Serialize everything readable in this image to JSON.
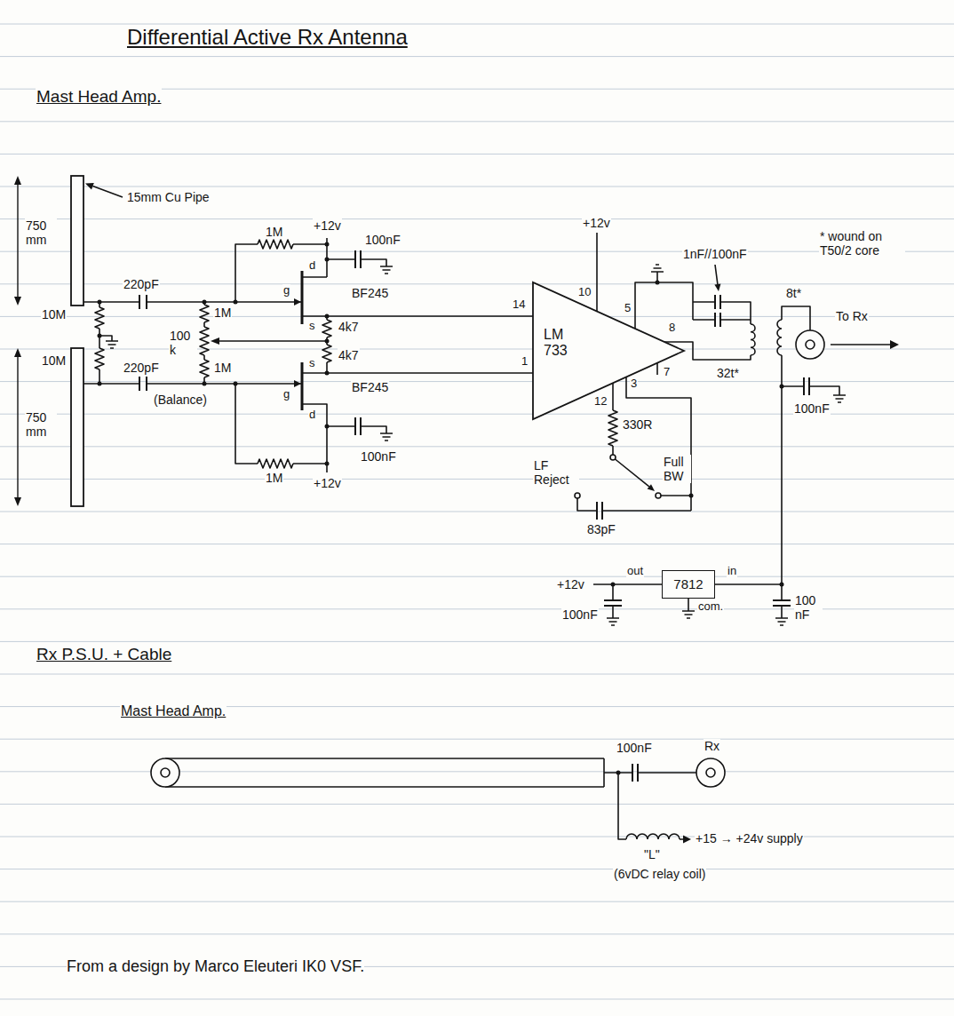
{
  "diagram": {
    "title": "Differential Active Rx Antenna",
    "caption": "From a design by Marco Eleuteri IK0 VSF.",
    "nodes": [
      {
        "text": [
          "LM 733"
        ]
      },
      {
        "text": [
          "7812"
        ]
      }
    ],
    "labels": [
      "Mast Head Amp.",
      "750 mm",
      "15mm Cu Pipe",
      "750 mm",
      "10M",
      "10M",
      "220pF",
      "220pF",
      "1M",
      "1M",
      "100 k",
      "1M",
      "(Balance)",
      "1M",
      "+12v",
      "100nF",
      "d",
      "g",
      "s",
      "BF245",
      "4k7",
      "4k7",
      "s",
      "g",
      "BF245",
      "d",
      "100nF",
      "+12v",
      "+12v",
      "14",
      "1",
      "10",
      "5",
      "8",
      "7",
      "3",
      "12",
      "330R",
      "LF Reject",
      "Full BW",
      "83pF",
      "1nF//100nF",
      "* wound on T50/2 core",
      "8t*",
      "32t*",
      "To Rx",
      "100nF",
      "+12v",
      "out",
      "in",
      "com.",
      "100nF",
      "100 nF",
      "Rx P.S.U. + Cable",
      "Mast Head Amp.",
      "100nF",
      "Rx",
      "\"L\"",
      "(6vDC relay coil)",
      "+15 → +24v supply"
    ]
  }
}
